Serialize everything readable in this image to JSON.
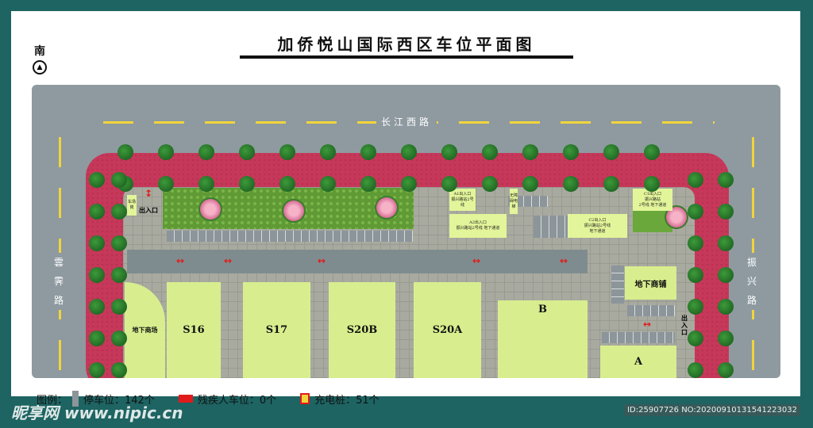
{
  "title": "加侨悦山国际西区车位平面图",
  "north_label": "南",
  "roads": {
    "top": "长江西路",
    "left": "雲霁路",
    "right": "振兴路"
  },
  "gate": {
    "guard": "车场岗",
    "entrance": "出入口",
    "exit_right": "出入口"
  },
  "signs": {
    "a1": [
      "A1出入口",
      "振兴路站2号线"
    ],
    "elevator": "无障碍电梯",
    "a2": [
      "A2出入口",
      "振兴路站2号线 地下通道"
    ],
    "c2": [
      "C2出入口",
      "振兴路站2号线",
      "地下通道"
    ],
    "c1": [
      "C1出入口",
      "振兴路站",
      "2号线 地下通道"
    ]
  },
  "blocks": {
    "mall": "地下商场",
    "s16": "S16",
    "s17": "S17",
    "s20b": "S20B",
    "s20a": "S20A",
    "b": "B",
    "a": "A",
    "shops": "地下商铺"
  },
  "legend": {
    "title": "图例：",
    "parking": "停车位：142个",
    "parking_color": "#8c959a",
    "disabled": "残疾人车位：0个",
    "disabled_color": "#e21b1b",
    "charger": "充电桩：51个",
    "charger_color": "#f2d43a"
  },
  "watermark": {
    "logo": "昵享网 www.nipic.cn",
    "id": "ID:25907726 NO:20200910131541223032"
  }
}
